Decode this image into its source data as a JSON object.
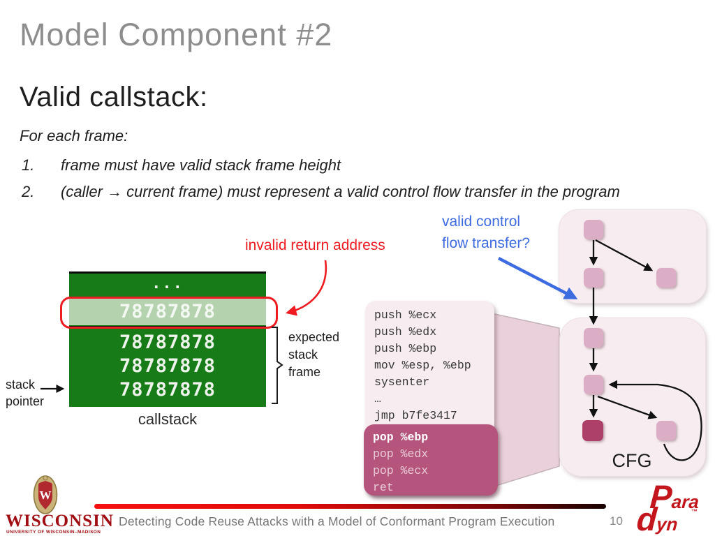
{
  "slide": {
    "title": "Model Component #2",
    "heading": "Valid callstack:",
    "intro": "For each frame:",
    "items": [
      {
        "num": "1.",
        "text": "frame must have valid stack frame height"
      },
      {
        "num": "2.",
        "text": "(caller → current frame) must represent a valid control flow transfer in the program"
      }
    ]
  },
  "annotations": {
    "invalid_return": "invalid return address",
    "valid_cf_line1": "valid control",
    "valid_cf_line2": "flow transfer?"
  },
  "callstack": {
    "ellipsis": "...",
    "highlight_value": "78787878",
    "rows": [
      "78787878",
      "78787878",
      "78787878"
    ],
    "caption": "callstack",
    "pointer_line1": "stack",
    "pointer_line2": "pointer",
    "frame_label_line1": "expected",
    "frame_label_line2": "stack",
    "frame_label_line3": "frame"
  },
  "code": {
    "normal": [
      "push %ecx",
      "push %edx",
      "push %ebp",
      "mov %esp, %ebp",
      "sysenter",
      "…",
      "jmp b7fe3417"
    ],
    "pop": [
      "pop %ebp",
      "pop %edx",
      "pop %ecx",
      "ret"
    ]
  },
  "cfg": {
    "label": "CFG"
  },
  "footer": {
    "citation": "Detecting Code Reuse Attacks with a Model of Conformant Program Execution",
    "page": "10",
    "wisconsin_word": "WISCONSIN",
    "wisconsin_sub": "UNIVERSITY OF WISCONSIN–MADISON",
    "wisconsin_crest_letter": "W",
    "paradyn_line1": "Para",
    "paradyn_line2": "dyn",
    "paradyn_tm": "™"
  },
  "colors": {
    "title-gray": "#8d8d8d",
    "ink": "#1e1e1e",
    "green": "#177c17",
    "green-hl": "#b5d2af",
    "red": "#ee1b21",
    "blue": "#3d6be0",
    "pink-box": "#f7edf0",
    "pink-beam": "#e9d0da",
    "pink-node": "#dcaec5",
    "pink-dark": "#ad4069",
    "pop-box": "#b5547c",
    "footer-gray": "#757575",
    "uw-red": "#a00d12",
    "paradyn-red": "#c3161c"
  }
}
